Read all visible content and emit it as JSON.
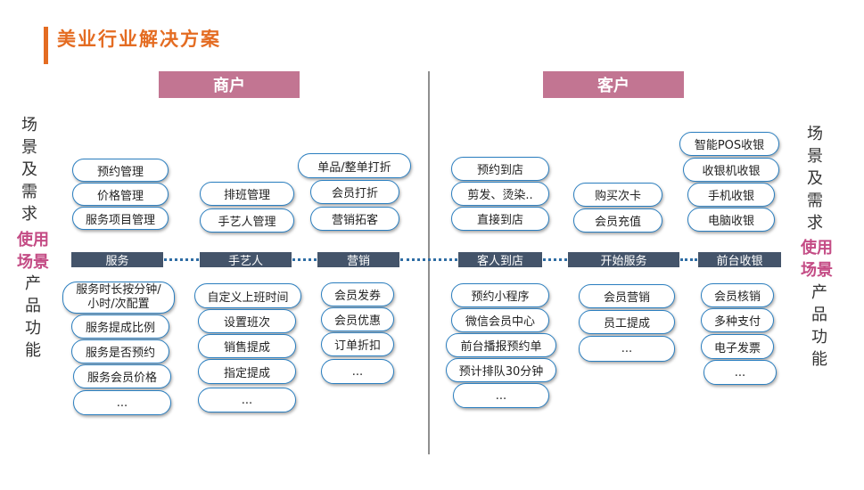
{
  "title": "美业行业解决方案",
  "headers": {
    "merchant": "商户",
    "customer": "客户"
  },
  "left_side": {
    "top": [
      "场",
      "景",
      "及",
      "需",
      "求"
    ],
    "highlight": [
      "使用",
      "场景"
    ],
    "bottom": [
      "产",
      "品",
      "功",
      "能"
    ]
  },
  "right_side": {
    "top": [
      "场",
      "景",
      "及",
      "需",
      "求"
    ],
    "highlight": [
      "使用",
      "场景"
    ],
    "bottom": [
      "产",
      "品",
      "功",
      "能"
    ]
  },
  "categories": [
    "服务",
    "手艺人",
    "营销",
    "客人到店",
    "开始服务",
    "前台收银"
  ],
  "needs": {
    "service": [
      "预约管理",
      "价格管理",
      "服务项目管理"
    ],
    "artisan": [
      "排班管理",
      "手艺人管理"
    ],
    "marketing": [
      "单品/整单打折",
      "会员打折",
      "营销拓客"
    ],
    "arrival": [
      "预约到店",
      "剪发、烫染..",
      "直接到店"
    ],
    "start": [
      "购买次卡",
      "会员充值"
    ],
    "checkout": [
      "智能POS收银",
      "收银机收银",
      "手机收银",
      "电脑收银"
    ]
  },
  "features": {
    "service": [
      "服务时长按分钟/\n小时/次配置",
      "服务提成比例",
      "服务是否预约",
      "服务会员价格",
      "..."
    ],
    "artisan": [
      "自定义上班时间",
      "设置班次",
      "销售提成",
      "指定提成",
      "..."
    ],
    "marketing": [
      "会员发券",
      "会员优惠",
      "订单折扣",
      "..."
    ],
    "arrival": [
      "预约小程序",
      "微信会员中心",
      "前台播报预约单",
      "预计排队30分钟",
      "..."
    ],
    "start": [
      "会员营销",
      "员工提成",
      "..."
    ],
    "checkout": [
      "会员核销",
      "多种支付",
      "电子发票",
      "..."
    ]
  }
}
